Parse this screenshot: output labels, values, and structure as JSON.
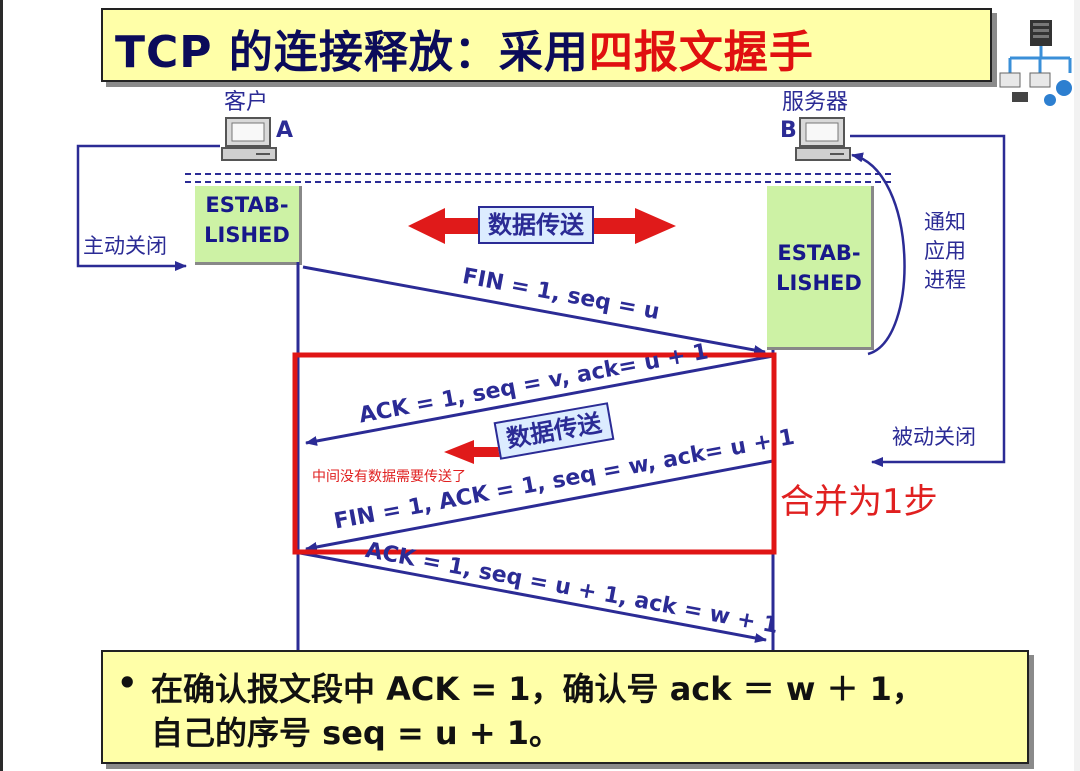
{
  "title": {
    "main": "TCP 的连接释放：采用",
    "highlight": "四报文握手"
  },
  "hosts": {
    "client": {
      "label": "客户",
      "letter": "A"
    },
    "server": {
      "label": "服务器",
      "letter": "B"
    }
  },
  "states": {
    "client": [
      "ESTAB-",
      "LISHED"
    ],
    "server": [
      "ESTAB-",
      "LISHED"
    ]
  },
  "side_labels": {
    "active_close": "主动关闭",
    "notify_app": [
      "通知",
      "应用",
      "进程"
    ],
    "passive_close": "被动关闭"
  },
  "data_transfer": "数据传送",
  "messages": {
    "fin1": "FIN = 1, seq = u",
    "ack1": "ACK = 1, seq = v, ack= u + 1",
    "fin2": "FIN = 1, ACK = 1, seq = w, ack= u + 1",
    "ack2": "ACK = 1, seq = u + 1, ack = w + 1"
  },
  "annotations": {
    "no_data": "中间没有数据需要传送了",
    "merge": "合并为1步",
    "colors": {
      "red": "#e02020",
      "blue": "#2b2b95",
      "state_green": "#cdf2a5",
      "yellow": "#ffffa8"
    }
  },
  "bottom": {
    "bullet": "•",
    "line1": "在确认报文段中 ACK = 1，确认号 ack ＝ w ＋ 1，",
    "line2": "自己的序号 seq = u + 1。"
  }
}
